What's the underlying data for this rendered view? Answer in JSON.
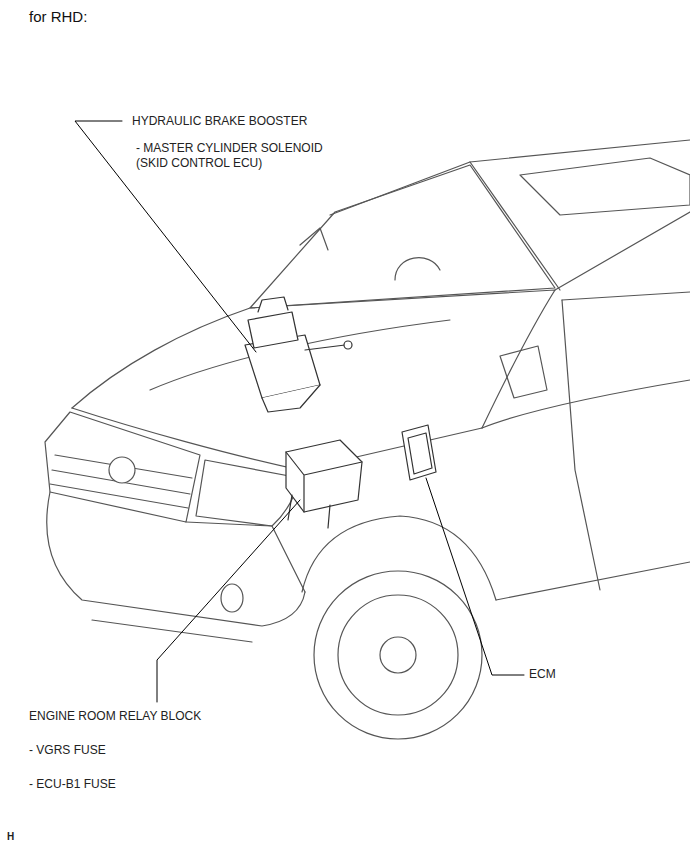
{
  "diagram": {
    "title": "for RHD:",
    "labels": [
      "HYDRAULIC BRAKE BOOSTER",
      "- MASTER CYLINDER SOLENOID (SKID CONTROL ECU)",
      "ECM",
      "ENGINE ROOM RELAY BLOCK",
      "- VGRS FUSE",
      "- ECU-B1 FUSE",
      "H"
    ]
  }
}
